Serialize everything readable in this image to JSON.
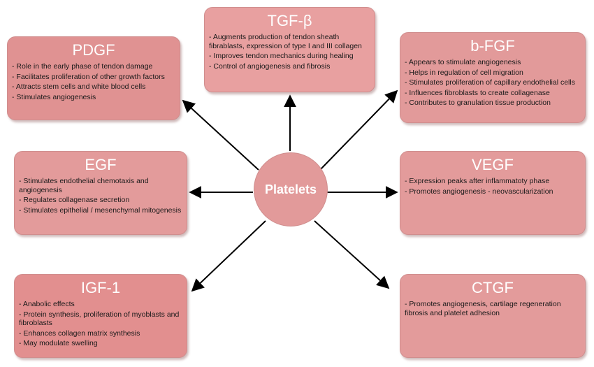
{
  "center": {
    "label": "Platelets"
  },
  "boxes": {
    "tgf": {
      "title": "TGF-β",
      "items": [
        "- Augments production of tendon sheath fibrablasts, expression of type I and III collagen",
        "- Improves tendon mechanics during healing",
        "- Control of angiogenesis and fibrosis"
      ]
    },
    "pdgf": {
      "title": "PDGF",
      "items": [
        "- Role in the early phase of tendon damage",
        "- Facilitates proliferation of other growth factors",
        "- Attracts stem cells and white blood cells",
        "- Stimulates angiogenesis"
      ]
    },
    "bfgf": {
      "title": "b-FGF",
      "items": [
        "- Appears to stimulate angiogenesis",
        "- Helps in regulation of cell migration",
        "- Stimulates proliferation of capillary endothelial cells",
        "- Influences fibroblasts to create collagenase",
        "- Contributes to granulation tissue production"
      ]
    },
    "egf": {
      "title": "EGF",
      "items": [
        "- Stimulates endothelial chemotaxis and angiogenesis",
        "- Regulates collagenase secretion",
        "- Stimulates epithelial / mesenchymal mitogenesis"
      ]
    },
    "vegf": {
      "title": "VEGF",
      "items": [
        "- Expression peaks after inflammatoty phase",
        "- Promotes angiogenesis - neovascularization"
      ]
    },
    "igf": {
      "title": "IGF-1",
      "items": [
        "- Anabolic effects",
        "- Protein synthesis, proliferation of myoblasts and fibroblasts",
        "- Enhances collagen matrix synthesis",
        "- May modulate swelling"
      ]
    },
    "ctgf": {
      "title": "CTGF",
      "items": [
        "- Promotes angiogenesis, cartilage regeneration fibrosis and platelet adhesion"
      ]
    }
  }
}
